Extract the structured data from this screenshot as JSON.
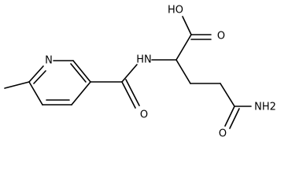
{
  "molecule": {
    "atoms": {
      "ho": "HO",
      "o_acid": "O",
      "n_ring": "N",
      "nh": "HN",
      "o_amide": "O",
      "o_primary": "O",
      "nh2": "NH2"
    }
  },
  "colors": {
    "bond": "#000000",
    "text": "#000000",
    "background": "#ffffff"
  }
}
